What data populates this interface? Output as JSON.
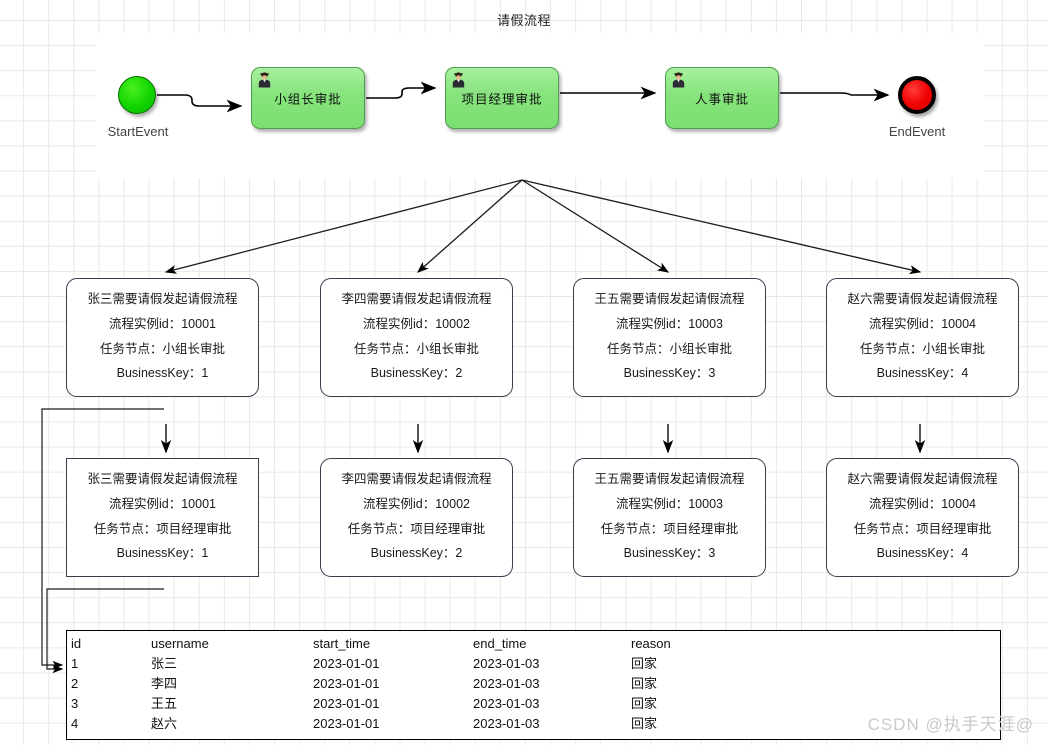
{
  "diagram": {
    "title": "请假流程",
    "start_event": {
      "label": "StartEvent",
      "icon": "start-event-circle-icon",
      "color": "#11d400"
    },
    "end_event": {
      "label": "EndEvent",
      "icon": "end-event-circle-icon",
      "color": "#f00000"
    },
    "tasks": [
      {
        "label": "小组长审批",
        "icon": "user-task-icon"
      },
      {
        "label": "项目经理审批",
        "icon": "user-task-icon"
      },
      {
        "label": "人事审批",
        "icon": "user-task-icon"
      }
    ],
    "task_fill": "#86e37c",
    "task_border": "#4e9e4e"
  },
  "instances_row1": [
    {
      "title": "张三需要请假发起请假流程",
      "instance_id": "流程实例id：10001",
      "task_node": "任务节点：小组长审批",
      "business_key": "BusinessKey：1"
    },
    {
      "title": "李四需要请假发起请假流程",
      "instance_id": "流程实例id：10002",
      "task_node": "任务节点：小组长审批",
      "business_key": "BusinessKey：2"
    },
    {
      "title": "王五需要请假发起请假流程",
      "instance_id": "流程实例id：10003",
      "task_node": "任务节点：小组长审批",
      "business_key": "BusinessKey：3"
    },
    {
      "title": "赵六需要请假发起请假流程",
      "instance_id": "流程实例id：10004",
      "task_node": "任务节点：小组长审批",
      "business_key": "BusinessKey：4"
    }
  ],
  "instances_row2": [
    {
      "title": "张三需要请假发起请假流程",
      "instance_id": "流程实例id：10001",
      "task_node": "任务节点：项目经理审批",
      "business_key": "BusinessKey：1"
    },
    {
      "title": "李四需要请假发起请假流程",
      "instance_id": "流程实例id：10002",
      "task_node": "任务节点：项目经理审批",
      "business_key": "BusinessKey：2"
    },
    {
      "title": "王五需要请假发起请假流程",
      "instance_id": "流程实例id：10003",
      "task_node": "任务节点：项目经理审批",
      "business_key": "BusinessKey：3"
    },
    {
      "title": "赵六需要请假发起请假流程",
      "instance_id": "流程实例id：10004",
      "task_node": "任务节点：项目经理审批",
      "business_key": "BusinessKey：4"
    }
  ],
  "table": {
    "columns": [
      "id",
      "username",
      "start_time",
      "end_time",
      "reason"
    ],
    "rows": [
      {
        "id": "1",
        "username": "张三",
        "start_time": "2023-01-01",
        "end_time": "2023-01-03",
        "reason": "回家"
      },
      {
        "id": "2",
        "username": "李四",
        "start_time": "2023-01-01",
        "end_time": "2023-01-03",
        "reason": "回家"
      },
      {
        "id": "3",
        "username": "王五",
        "start_time": "2023-01-01",
        "end_time": "2023-01-03",
        "reason": "回家"
      },
      {
        "id": "4",
        "username": "赵六",
        "start_time": "2023-01-01",
        "end_time": "2023-01-03",
        "reason": "回家"
      }
    ]
  },
  "watermark": "CSDN @执手天涯@"
}
